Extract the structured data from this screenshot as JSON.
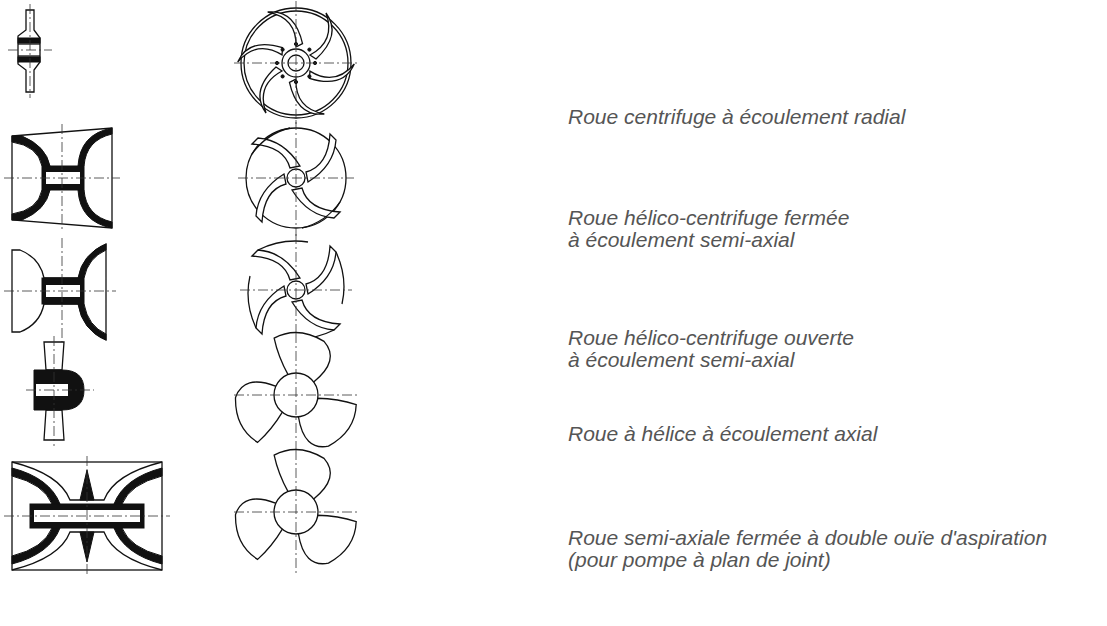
{
  "diagram": {
    "labels": [
      "Roue centrifuge à écoulement radial",
      "Roue hélico-centrifuge fermée à écoulement semi-axial",
      "Roue hélico-centrifuge ouverte à écoulement semi-axial",
      "Roue à hélice à écoulement axial",
      "Roue semi-axiale fermée à double ouïe d'aspiration (pour pompe à plan de joint)"
    ]
  }
}
